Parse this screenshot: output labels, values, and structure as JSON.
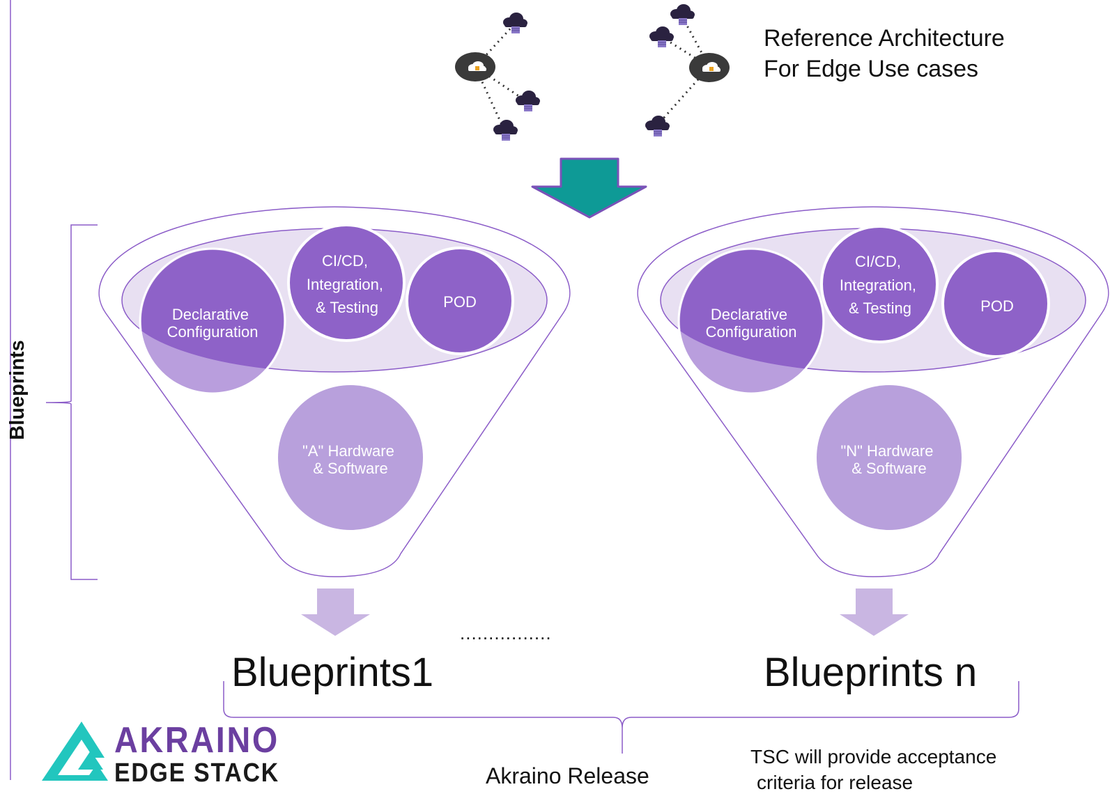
{
  "reference": {
    "line1": "Reference Architecture",
    "line2": "For Edge Use cases"
  },
  "side_label": "Blueprints",
  "funnels": [
    {
      "declarative": [
        "Declarative",
        "Configuration"
      ],
      "cicd": [
        "CI/CD,",
        "Integration,",
        "& Testing"
      ],
      "pod": "POD",
      "hw": [
        "\"A\" Hardware",
        "& Software"
      ],
      "output": "Blueprints1"
    },
    {
      "declarative": [
        "Declarative",
        "Configuration"
      ],
      "cicd": [
        "CI/CD,",
        "Integration,",
        "& Testing"
      ],
      "pod": "POD",
      "hw": [
        "\"N\" Hardware",
        "& Software"
      ],
      "output": "Blueprints n"
    }
  ],
  "ellipsis": "................",
  "release": "Akraino Release",
  "tsc": {
    "line1": "TSC will provide acceptance",
    "line2": "criteria for release"
  },
  "logo": {
    "line1": "AKRAINO",
    "line2": "EDGE STACK"
  },
  "colors": {
    "purple_dark": "#8e62c8",
    "purple_light": "#b8a0dc",
    "purple_line": "#8b5cc8",
    "ellipse_fill": "#e8e0f2",
    "teal_arrow": "#0e9a96",
    "arrow_light": "#c9b6e2",
    "logo_teal": "#22c6be",
    "logo_purple": "#6b3fa0",
    "text": "#111111"
  }
}
